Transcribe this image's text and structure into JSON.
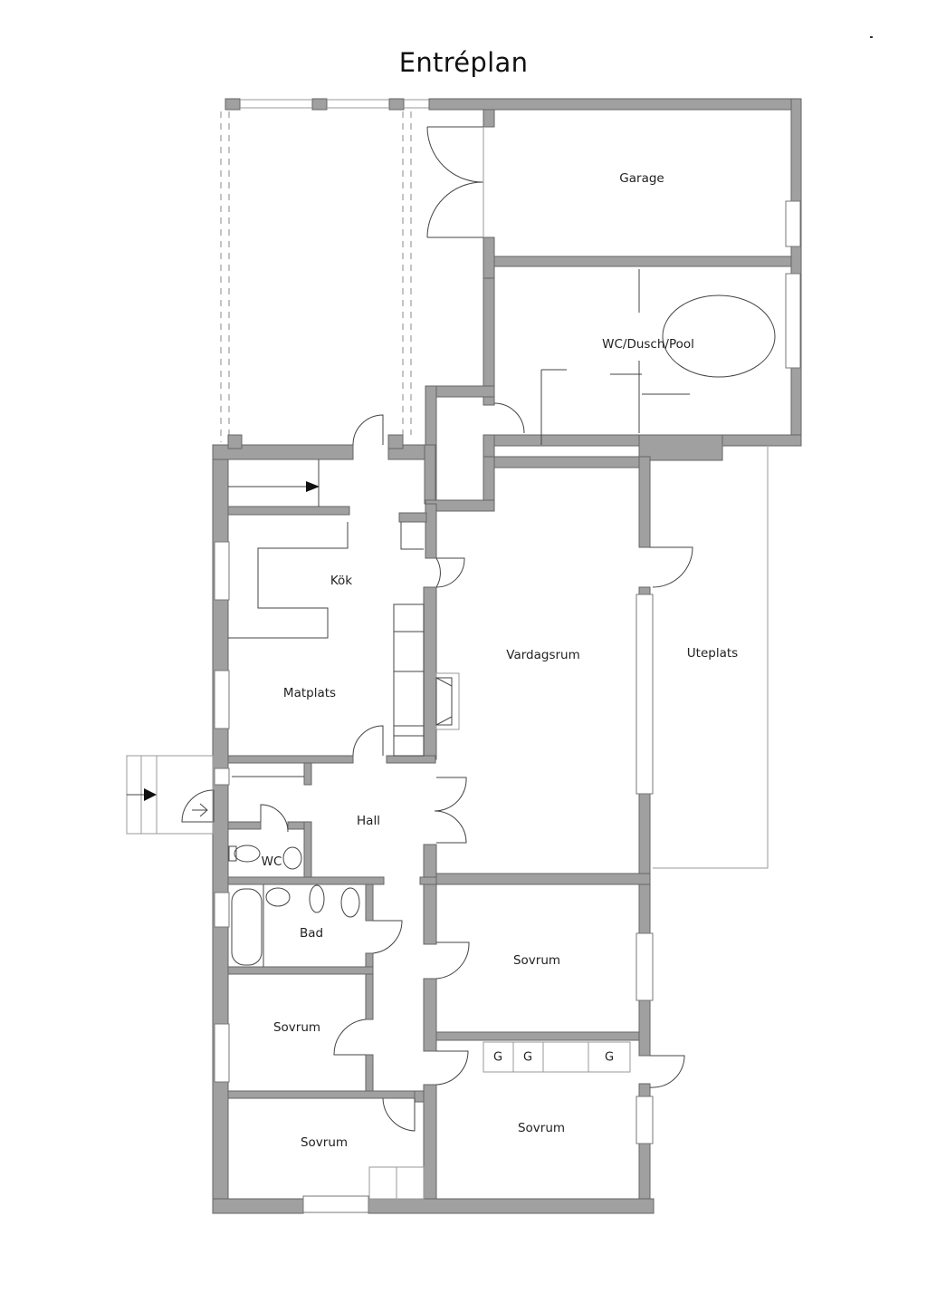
{
  "title": "Entréplan",
  "rooms": {
    "garage": "Garage",
    "wc_dusch_pool": "WC/Dusch/Pool",
    "kok": "Kök",
    "matplats": "Matplats",
    "vardagsrum": "Vardagsrum",
    "uteplats": "Uteplats",
    "hall": "Hall",
    "wc": "WC",
    "bad": "Bad",
    "sovrum_1": "Sovrum",
    "sovrum_2": "Sovrum",
    "sovrum_3": "Sovrum",
    "sovrum_4": "Sovrum"
  },
  "wardrobes": [
    "G",
    "G",
    "G"
  ],
  "colors": {
    "wall": "#a0a0a0",
    "line": "#444444",
    "background": "#ffffff"
  }
}
